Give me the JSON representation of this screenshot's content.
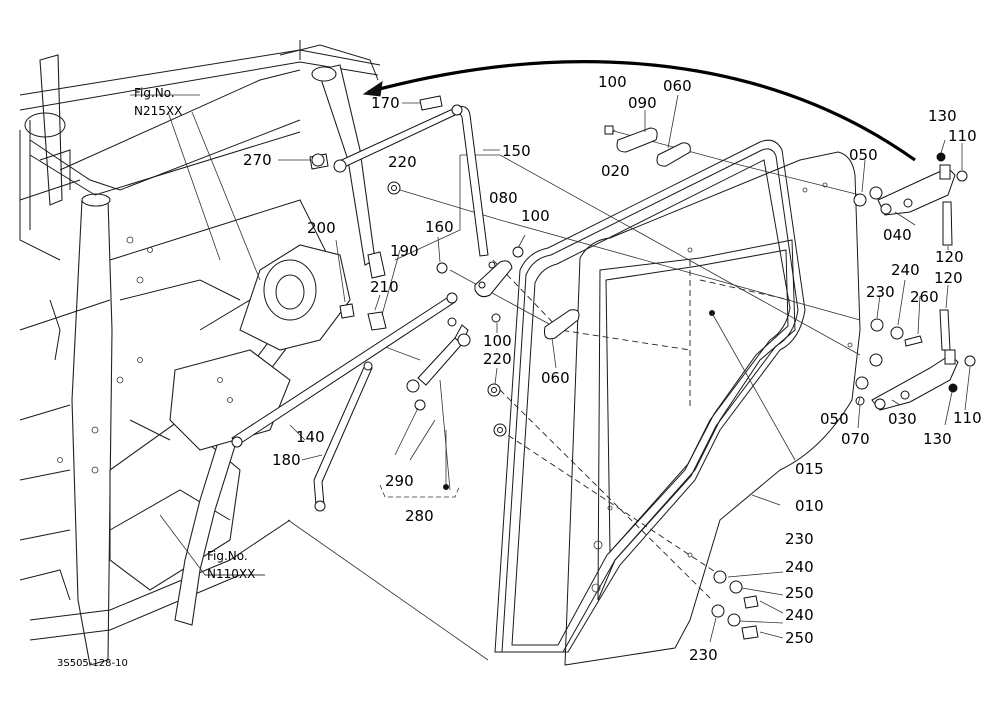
{
  "figure_refs": [
    {
      "top": "Fig.No.",
      "bottom": "N215XX"
    },
    {
      "top": "Fig.No.",
      "bottom": "N110XX"
    }
  ],
  "drawing_code": "3S505-128-10",
  "part_labels": {
    "p100a": "100",
    "p090": "090",
    "p060a": "060",
    "p130a": "130",
    "p110a": "110",
    "p170": "170",
    "p150": "150",
    "p270": "270",
    "p220a": "220",
    "p050a": "050",
    "p020": "020",
    "p040": "040",
    "p080": "080",
    "p100b": "100",
    "p160": "160",
    "p200": "200",
    "p190": "190",
    "p120a": "120",
    "p240a": "240",
    "p120b": "120",
    "p210": "210",
    "p230a": "230",
    "p260": "260",
    "p100c": "100",
    "p220b": "220",
    "p060b": "060",
    "p050b": "050",
    "p030": "030",
    "p110b": "110",
    "p070": "070",
    "p130b": "130",
    "p140": "140",
    "p180": "180",
    "p290": "290",
    "p280": "280",
    "p015": "015",
    "p010": "010",
    "p230b": "230",
    "p240b": "240",
    "p250a": "250",
    "p240c": "240",
    "p250b": "250",
    "p230c": "230"
  }
}
